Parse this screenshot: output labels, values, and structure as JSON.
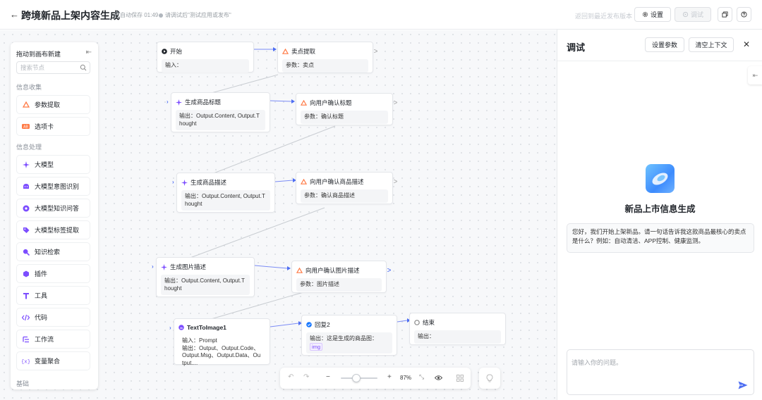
{
  "header": {
    "back_icon": "arrow-left-icon",
    "title": "跨境新品上架内容生成",
    "autosave": "已自动保存 01:49",
    "hint": "请调试后\"测试应用或发布\"",
    "revert": "返回到最近发布版本",
    "settings_label": "设置",
    "debug_label": "调试"
  },
  "node_panel": {
    "title": "拖动到画布新建",
    "search_placeholder": "搜索节点",
    "sections": [
      "信息收集",
      "信息处理",
      "基础"
    ],
    "group1": [
      {
        "label": "参数提取",
        "icon": "param-extract-icon"
      },
      {
        "label": "选项卡",
        "icon": "option-card-icon"
      }
    ],
    "group2": [
      {
        "label": "大模型",
        "icon": "sparkle-icon"
      },
      {
        "label": "大模型意图识别",
        "icon": "intent-icon"
      },
      {
        "label": "大模型知识问答",
        "icon": "qa-icon"
      },
      {
        "label": "大模型标签提取",
        "icon": "tag-icon"
      },
      {
        "label": "知识检索",
        "icon": "search-icon"
      },
      {
        "label": "插件",
        "icon": "plugin-icon"
      },
      {
        "label": "工具",
        "icon": "tool-icon"
      },
      {
        "label": "代码",
        "icon": "code-icon"
      },
      {
        "label": "工作流",
        "icon": "workflow-icon"
      },
      {
        "label": "变量聚合",
        "icon": "variable-icon"
      }
    ]
  },
  "nodes": {
    "start": {
      "title": "开始",
      "body": "输入："
    },
    "selling_point": {
      "title": "卖点提取",
      "body": "参数：卖点"
    },
    "gen_title": {
      "title": "生成商品标题",
      "body": "输出：Output.Content, Output.Thought"
    },
    "confirm_title": {
      "title": "向用户确认标题",
      "body": "参数：确认标题"
    },
    "gen_desc": {
      "title": "生成商品描述",
      "body": "输出：Output.Content, Output.Thought"
    },
    "confirm_desc": {
      "title": "向用户确认商品描述",
      "body": "参数：确认商品描述"
    },
    "gen_img_desc": {
      "title": "生成图片描述",
      "body": "输出：Output.Content, Output.Thought"
    },
    "confirm_img_desc": {
      "title": "向用户确认图片描述",
      "body": "参数：图片描述"
    },
    "text_to_image": {
      "title": "TextToImage1",
      "body_line1": "输入：Prompt",
      "body_line2": "输出：Output、Output.Code、Output.Msg、Output.Data、Output...."
    },
    "reply": {
      "title": "回复2",
      "body": "输出：这是生成的商品图：",
      "tag": "img"
    },
    "end": {
      "title": "结束",
      "body": "输出："
    }
  },
  "zoom": {
    "level": "87%"
  },
  "debug_panel": {
    "title": "调试",
    "set_params_label": "设置参数",
    "clear_context_label": "清空上下文",
    "bot_name": "新品上市信息生成",
    "welcome": "您好，我们开始上架新品。请一句话告诉我这款商品最核心的卖点是什么？例如：自动清洁、APP控制、健康监测。",
    "input_placeholder": "请输入你的问题。"
  },
  "colors": {
    "accent": "#4e6ef2",
    "orange": "#ff7a45",
    "purple": "#7c4dff",
    "reply_blue": "#1677ff"
  }
}
